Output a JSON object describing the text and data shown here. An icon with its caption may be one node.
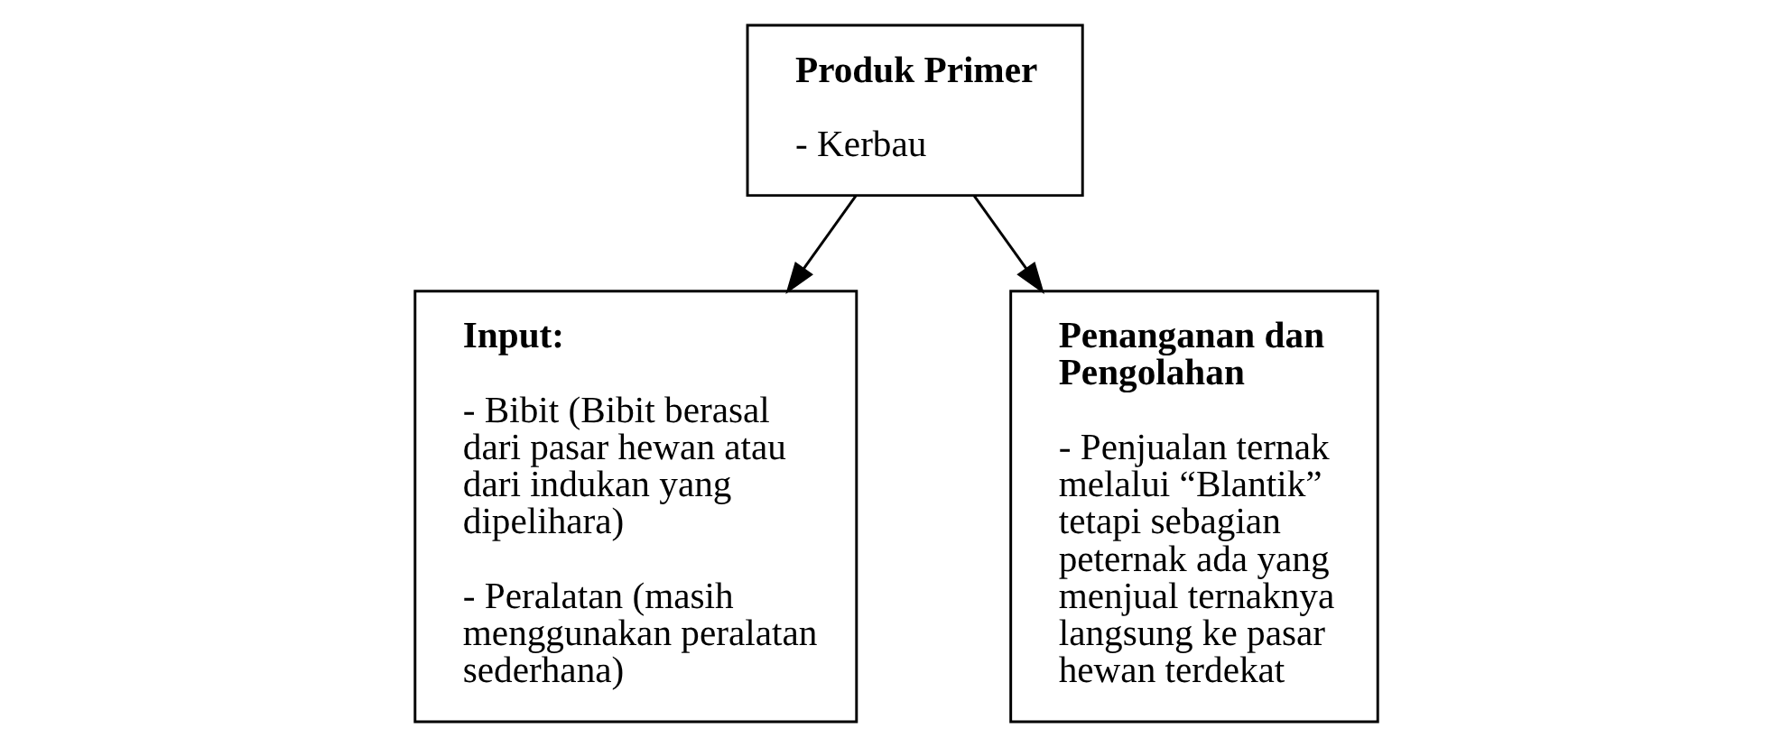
{
  "diagram": {
    "nodes": [
      {
        "text": [
          "Input:",
          "- Bibit (Bibit berasal dari pasar hewan atau dari indukan yang dipelihara)",
          "- Peralatan (masih menggunakan peralatan sederhana)"
        ]
      },
      {
        "text": [
          "Produk Primer",
          "- Kerbau"
        ]
      },
      {
        "text": [
          "Penanganan dan Pengolahan",
          "- Penjualan ternak melalui “Blantik” tetapi sebagian peternak ada yang menjual ternaknya langsung ke pasar hewan terdekat"
        ]
      }
    ],
    "edges": [
      {
        "from": 1,
        "to": 0,
        "arrow": "to"
      },
      {
        "from": 1,
        "to": 2,
        "arrow": "to"
      }
    ]
  }
}
